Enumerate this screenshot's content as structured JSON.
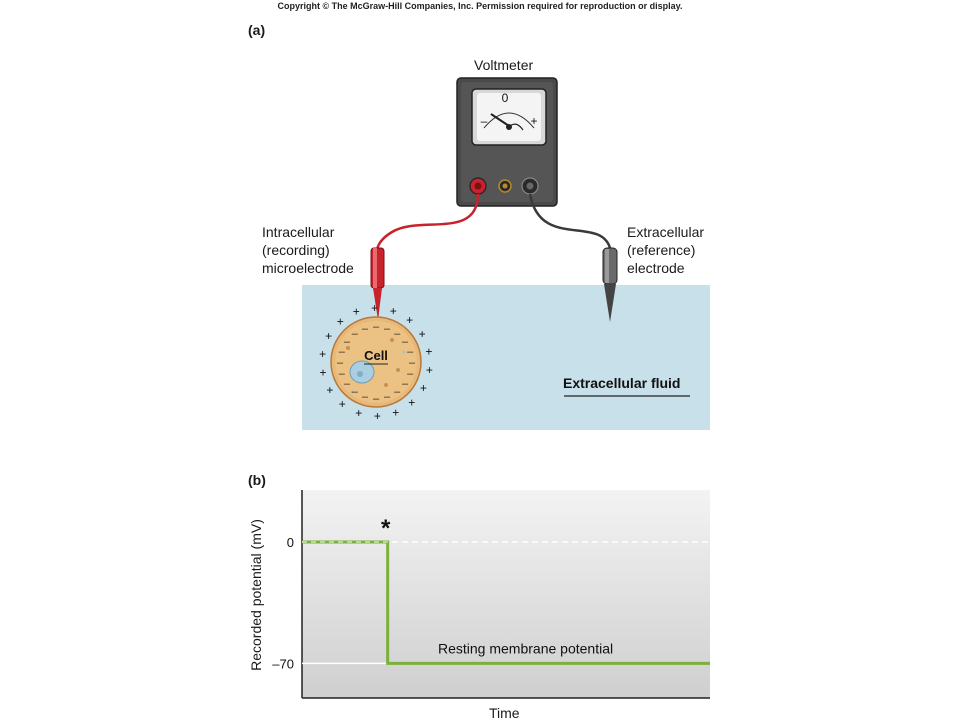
{
  "copyright": "Copyright © The McGraw-Hill Companies, Inc. Permission required for reproduction or display.",
  "panel_a": {
    "label": "(a)",
    "voltmeter": {
      "title": "Voltmeter",
      "dial_zero": "0",
      "dial_minus": "–",
      "dial_plus": "+"
    },
    "intracellular_label": [
      "Intracellular",
      "(recording)",
      "microelectrode"
    ],
    "extracellular_label": [
      "Extracellular",
      "(reference)",
      "electrode"
    ],
    "cell_label": "Cell",
    "fluid_label": "Extracellular fluid",
    "outer_charge": "+",
    "inner_charge": "–"
  },
  "panel_b": {
    "label": "(b)",
    "ylabel": "Recorded potential (mV)",
    "xlabel": "Time",
    "annotation": "Resting membrane potential",
    "marker": "*",
    "yticks": [
      "0",
      "–70"
    ]
  },
  "chart_data": {
    "type": "line",
    "xlabel": "Time",
    "ylabel": "Recorded potential (mV)",
    "yticks": [
      0,
      -70
    ],
    "series": [
      {
        "values": [
          {
            "x": "start",
            "y": 0
          },
          {
            "x": "electrode insertion (*)",
            "y": 0
          },
          {
            "x": "electrode insertion (*)",
            "y": -70
          },
          {
            "x": "end",
            "y": -70
          }
        ]
      }
    ],
    "annotations": [
      {
        "text": "Resting membrane potential",
        "y": -70
      },
      {
        "text": "*",
        "y": 0
      }
    ],
    "grid": true,
    "colors": {
      "trace": "#7bb03a",
      "background": "#e2e2e2"
    }
  },
  "colors": {
    "fluid": "#c8e0ea",
    "cell_fill": "#e8b878",
    "red_lead": "#c8232c",
    "black_lead": "#3a3a3a",
    "meter_body": "#4a4a4a",
    "trace": "#7bb03a"
  }
}
